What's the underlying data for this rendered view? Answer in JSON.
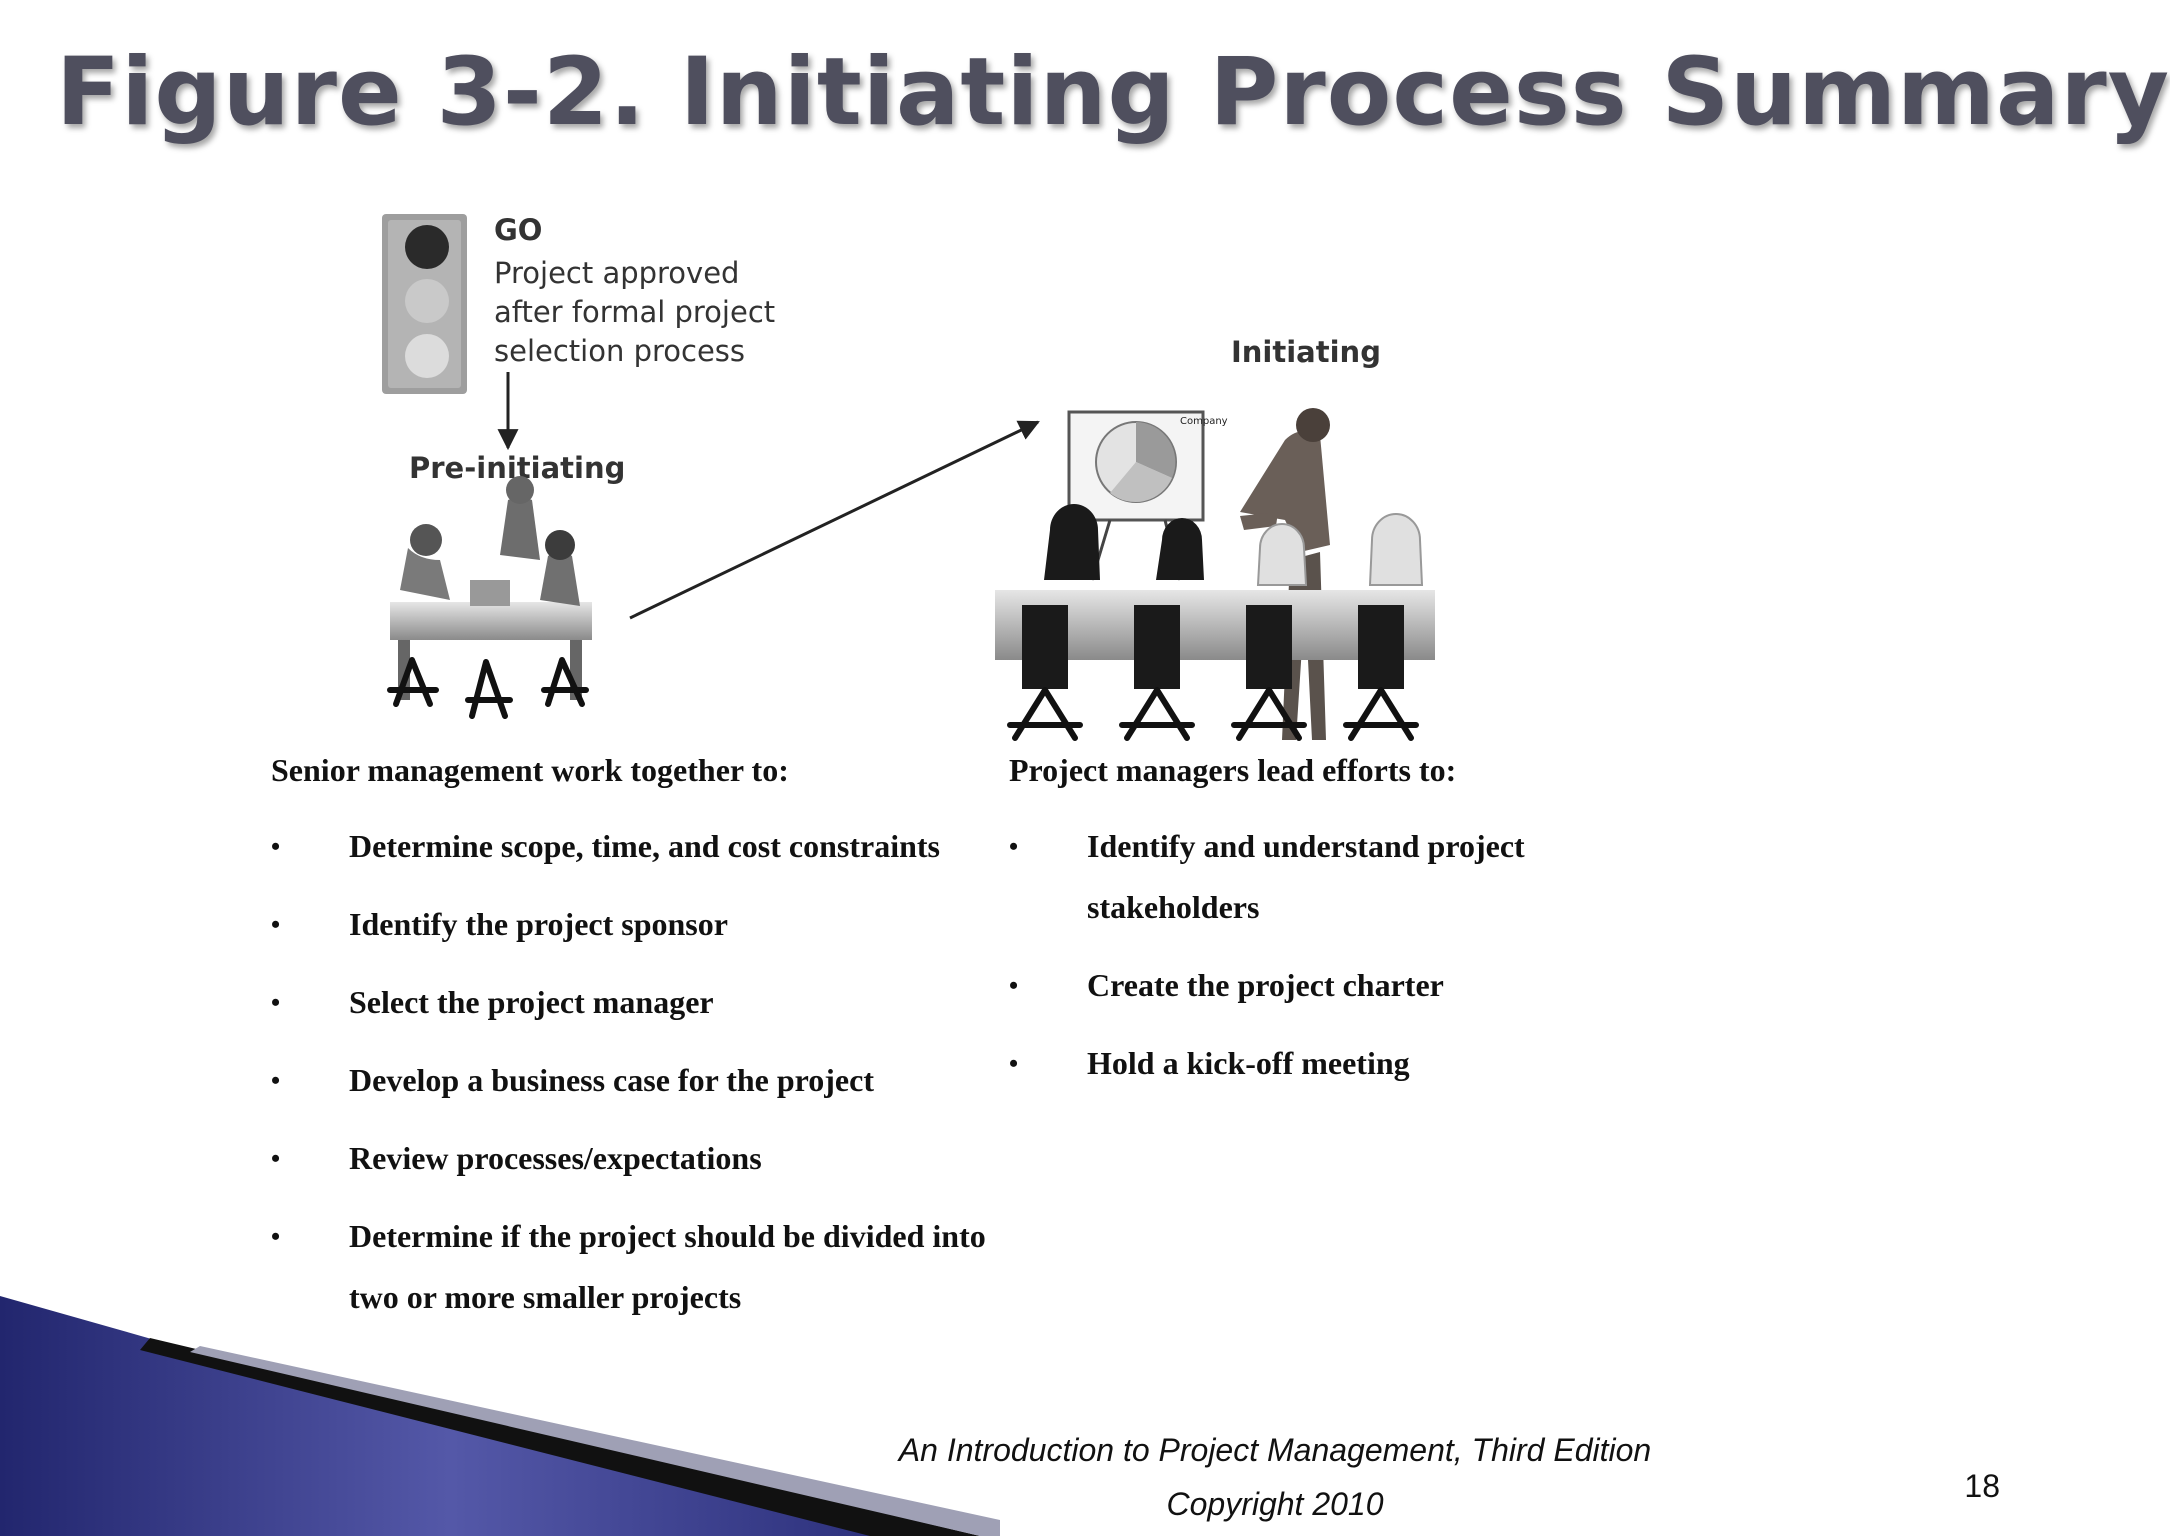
{
  "slide": {
    "title": "Figure 3-2. Initiating Process Summary",
    "page_number": "18"
  },
  "figure": {
    "traffic_light_label": "GO",
    "traffic_light_caption": [
      "Project approved",
      "after formal project",
      "selection process"
    ],
    "pre_initiating_label": "Pre-initiating",
    "initiating_label": "Initiating",
    "presentation_screen_tag": "Company"
  },
  "left_column": {
    "heading": "Senior management work together to:",
    "items": [
      {
        "bullet": "•",
        "text": "Determine scope, time, and cost constraints"
      },
      {
        "bullet": "•",
        "text": "Identify the project sponsor"
      },
      {
        "bullet": "•",
        "text": "Select the project manager"
      },
      {
        "bullet": "•",
        "text": "Develop a business case for the project"
      },
      {
        "bullet": "•",
        "text": "Review processes/expectations"
      },
      {
        "bullet": "•",
        "text": "Determine if the project should be divided into two or more smaller projects"
      }
    ]
  },
  "right_column": {
    "heading": "Project managers lead efforts to:",
    "items": [
      {
        "bullet": "•",
        "text": "Identify and understand project stakeholders"
      },
      {
        "bullet": "•",
        "text": "Create the project charter"
      },
      {
        "bullet": "•",
        "text": "Hold a kick-off meeting"
      }
    ]
  },
  "footer": {
    "book_title": "An Introduction to Project Management, Third Edition",
    "copyright": "Copyright 2010"
  },
  "colors": {
    "title": "#4f4f5e",
    "decor_navy": "#2b2f7a",
    "decor_black": "#111111",
    "light_go": "#2a2a2a",
    "light_off": "#c9c9c9"
  }
}
